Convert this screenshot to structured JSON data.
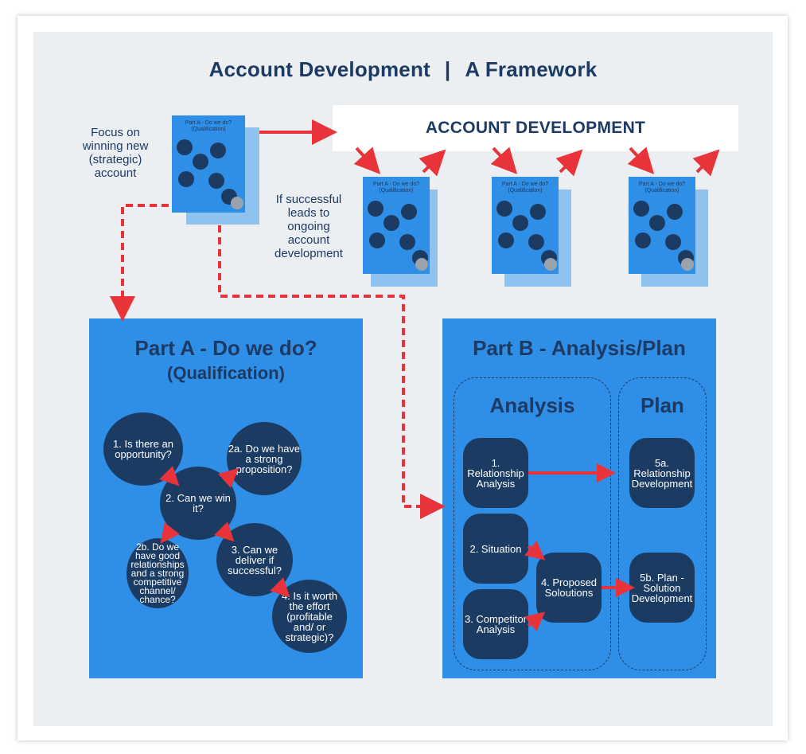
{
  "title": {
    "left": "Account Development",
    "sep": "|",
    "right": "A Framework"
  },
  "top_left_label": "Focus on winning new (strategic) account",
  "mid_label": "If successful leads to ongoing account development",
  "account_bar": "ACCOUNT DEVELOPMENT",
  "mini_card": {
    "title": "Part A - Do we do? (Qualification)"
  },
  "part_a": {
    "title": "Part A - Do we do?",
    "subtitle": "(Qualification)",
    "nodes": {
      "n1": "1. Is there an opportunity?",
      "n2": "2. Can we win it?",
      "n2a": "2a. Do we have a strong proposition?",
      "n2b": "2b. Do we have good relationships and a strong competitive channel/ chance?",
      "n3": "3. Can we deliver if successful?",
      "n4": "4. Is it worth the effort (profitable and/ or strategic)?"
    }
  },
  "part_b": {
    "title": "Part B - Analysis/Plan",
    "analysis": "Analysis",
    "plan": "Plan",
    "nodes": {
      "b1": "1. Relationship Analysis",
      "b2": "2. Situation",
      "b3": "3. Competitor Analysis",
      "b4": "4. Proposed Soloutions",
      "b5a": "5a. Relationship Development",
      "b5b": "5b. Plan - Solution Development"
    }
  },
  "colors": {
    "navy": "#1b3b63",
    "blue": "#2f8ee6",
    "arrow": "#e8333b",
    "bg": "#eceff1"
  }
}
